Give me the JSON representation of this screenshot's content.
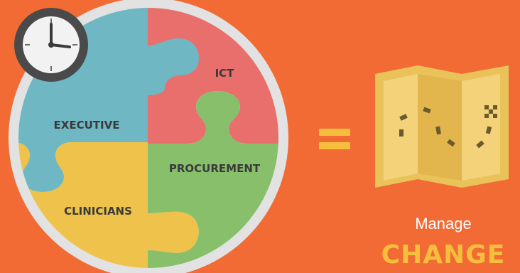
{
  "puzzle": {
    "pieces": [
      {
        "key": "executive",
        "label": "EXECUTIVE",
        "color": "#6FB7C2"
      },
      {
        "key": "ict",
        "label": "ICT",
        "color": "#E86F6C"
      },
      {
        "key": "clinicians",
        "label": "CLINICIANS",
        "color": "#EEC24B"
      },
      {
        "key": "procurement",
        "label": "PROCUREMENT",
        "color": "#88BF6B"
      }
    ],
    "ring_color": "#E2E2E2",
    "clock_icon": "clock-icon"
  },
  "operator": {
    "symbol": "equals",
    "color": "#F5BE3C"
  },
  "result": {
    "icon": "treasure-map-icon",
    "line1": "Manage",
    "line2": "CHANGE"
  },
  "colors": {
    "background": "#F26B34",
    "map_light": "#F4D27A",
    "map_dark": "#E2B64D",
    "map_border": "#E9C35A",
    "dash": "#6B5A2E"
  }
}
